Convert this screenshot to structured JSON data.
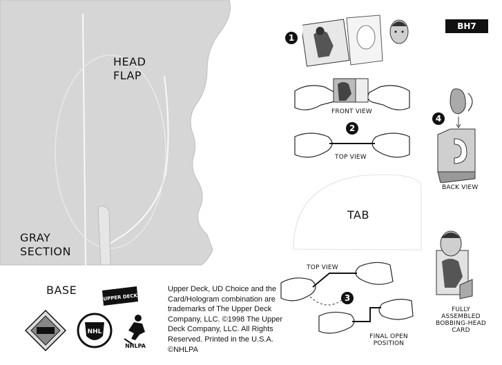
{
  "badge": "BH7",
  "labels": {
    "head_flap_1": "HEAD",
    "head_flap_2": "FLAP",
    "gray_section_1": "GRAY",
    "gray_section_2": "SECTION",
    "base": "BASE",
    "tab": "TAB",
    "front_view": "FRONT VIEW",
    "top_view_1": "TOP VIEW",
    "top_view_2": "TOP VIEW",
    "back_view": "BACK VIEW",
    "final_open_1": "FINAL OPEN",
    "final_open_2": "POSITION",
    "fully_1": "FULLY",
    "fully_2": "ASSEMBLED",
    "fully_3": "BOBBING-HEAD",
    "fully_4": "CARD"
  },
  "steps": [
    "1",
    "2",
    "3",
    "4"
  ],
  "legal": "Upper Deck, UD Choice and the Card/Hologram combination are trademarks of The Upper Deck Company, LLC. ©1998 The Upper Deck Company, LLC. All Rights Reserved. Printed in the U.S.A. ©NHLPA",
  "logos": {
    "upper_deck": "UPPER DECK",
    "nhl": "NHL",
    "nhlpa": "NHLPA"
  },
  "colors": {
    "gray_section": "#d6d6d6",
    "badge_bg": "#111111",
    "ink": "#111111"
  },
  "icons": [
    "hologram-diamond-icon",
    "upper-deck-logo-icon",
    "nhl-shield-icon",
    "nhlpa-player-icon",
    "hands-illustration-icon"
  ]
}
